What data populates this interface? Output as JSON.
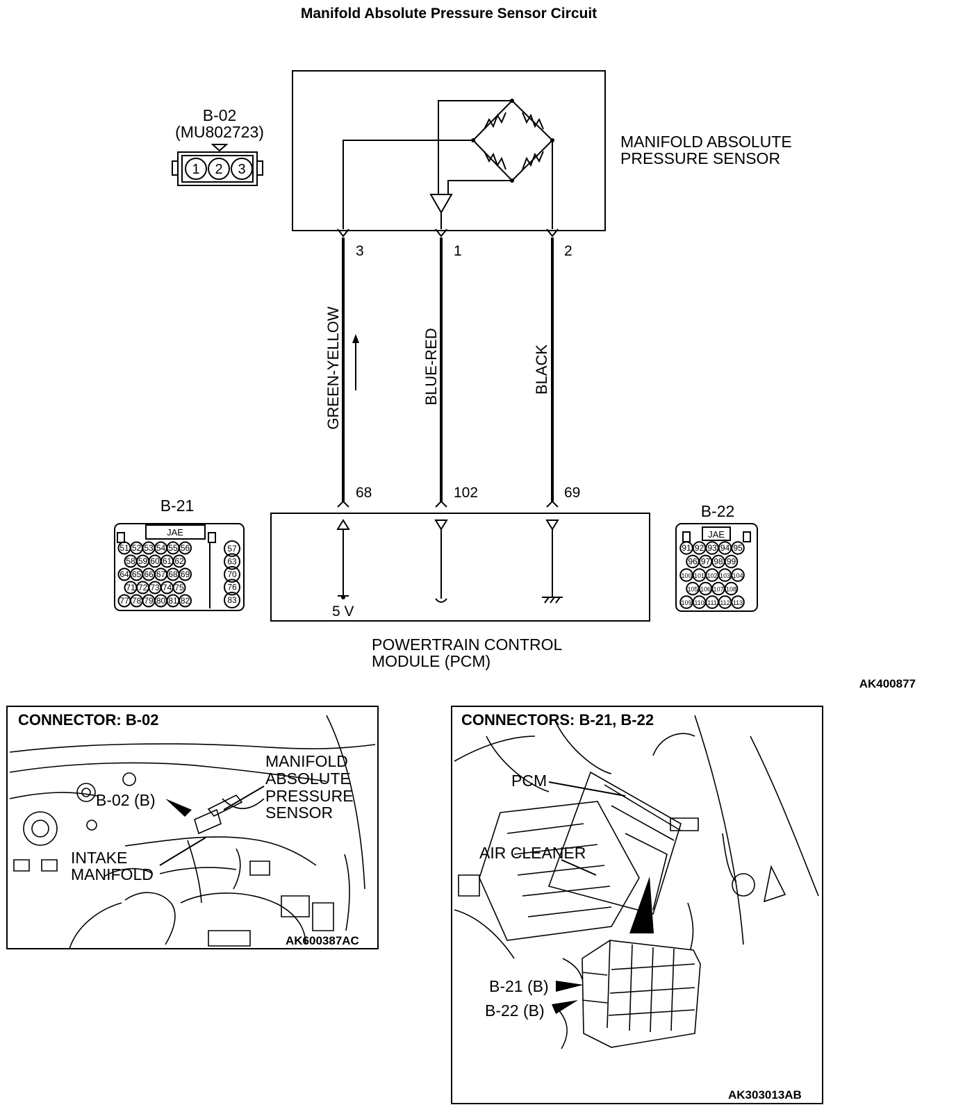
{
  "title": "Manifold Absolute Pressure Sensor Circuit",
  "sensor": {
    "label_line1": "MANIFOLD ABSOLUTE",
    "label_line2": "PRESSURE SENSOR",
    "connector_id": "B-02",
    "connector_part": "(MU802723)",
    "connector_pins": [
      "1",
      "2",
      "3"
    ]
  },
  "wires": [
    {
      "sensor_pin": "3",
      "pcm_pin": "68",
      "color_label": "GREEN-YELLOW"
    },
    {
      "sensor_pin": "1",
      "pcm_pin": "102",
      "color_label": "BLUE-RED"
    },
    {
      "sensor_pin": "2",
      "pcm_pin": "69",
      "color_label": "BLACK"
    }
  ],
  "pcm": {
    "label_line1": "POWERTRAIN CONTROL",
    "label_line2": "MODULE (PCM)",
    "supply_label": "5 V"
  },
  "connector_b21": {
    "id": "B-21",
    "maker": "JAE",
    "rows": [
      [
        "51",
        "52",
        "53",
        "54",
        "55",
        "56"
      ],
      [
        "58",
        "59",
        "60",
        "61",
        "62"
      ],
      [
        "64",
        "65",
        "66",
        "67",
        "68",
        "69"
      ],
      [
        "71",
        "72",
        "73",
        "74",
        "75"
      ],
      [
        "77",
        "78",
        "79",
        "80",
        "81",
        "82"
      ]
    ],
    "right_column": [
      "57",
      "63",
      "70",
      "76",
      "83"
    ]
  },
  "connector_b22": {
    "id": "B-22",
    "maker": "JAE",
    "rows": [
      [
        "91",
        "92",
        "93",
        "94",
        "95"
      ],
      [
        "96",
        "97",
        "98",
        "99"
      ],
      [
        "100",
        "101",
        "102",
        "103",
        "104"
      ],
      [
        "105",
        "106",
        "107",
        "108"
      ],
      [
        "109",
        "110",
        "111",
        "112",
        "113"
      ]
    ]
  },
  "diagram_code": "AK400877",
  "panel_left": {
    "heading": "CONNECTOR: B-02",
    "callout_connector": "B-02 (B)",
    "callout_sensor": [
      "MANIFOLD",
      "ABSOLUTE",
      "PRESSURE",
      "SENSOR"
    ],
    "callout_manifold": [
      "INTAKE",
      "MANIFOLD"
    ],
    "code": "AK600387AC"
  },
  "panel_right": {
    "heading": "CONNECTORS: B-21, B-22",
    "callout_pcm": "PCM",
    "callout_air_cleaner": "AIR CLEANER",
    "callout_b21": "B-21 (B)",
    "callout_b22": "B-22 (B)",
    "code": "AK303013AB"
  }
}
